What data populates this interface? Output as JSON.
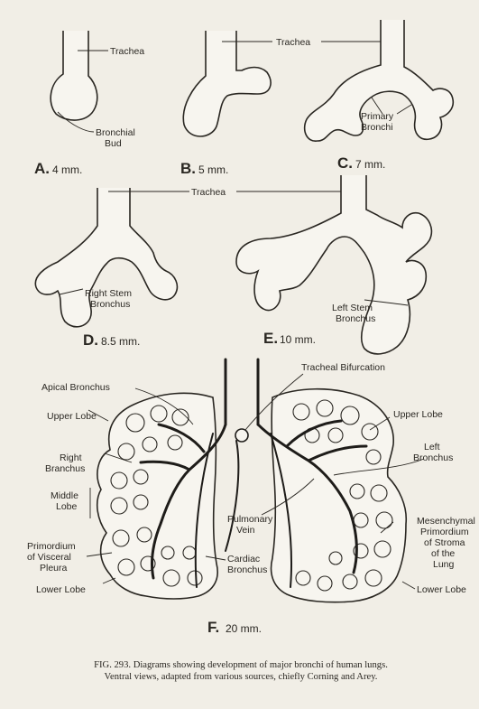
{
  "panels": {
    "a": {
      "letter": "A.",
      "size": "4 mm.",
      "trachea": "Trachea",
      "bud_1": "Bronchial",
      "bud_2": "Bud"
    },
    "b": {
      "letter": "B.",
      "size": "5 mm.",
      "trachea": "Trachea"
    },
    "c": {
      "letter": "C.",
      "size": "7 mm.",
      "primary_1": "Primary",
      "primary_2": "Bronchi"
    },
    "d": {
      "letter": "D.",
      "size": "8.5 mm.",
      "trachea": "Trachea",
      "stem_1": "Right Stem",
      "stem_2": "Bronchus"
    },
    "e": {
      "letter": "E.",
      "size": "10 mm.",
      "stem_1": "Left Stem",
      "stem_2": "Bronchus"
    },
    "f": {
      "letter": "F.",
      "size": "20 mm.",
      "labels": {
        "apical": "Apical Bronchus",
        "tracheal_bif": "Tracheal Bifurcation",
        "upper_left_side": "Upper Lobe",
        "upper_right_side": "Upper Lobe",
        "right_1": "Right",
        "right_2": "Branchus",
        "left_1": "Left",
        "left_2": "Bronchus",
        "middle_1": "Middle",
        "middle_2": "Lobe",
        "pulm_1": "Pulmonary",
        "pulm_2": "Vein",
        "mes_1": "Mesenchymal",
        "mes_2": "Primordium",
        "mes_3": "of Stroma",
        "mes_4": "of the",
        "mes_5": "Lung",
        "prim_1": "Primordium",
        "prim_2": "of Visceral",
        "prim_3": "Pleura",
        "card_1": "Cardiac",
        "card_2": "Bronchus",
        "lower_left_side": "Lower Lobe",
        "lower_right_side": "Lower Lobe"
      }
    }
  },
  "caption": {
    "line1": "FIG. 293. Diagrams showing development of major bronchi of human lungs.",
    "line2": "Ventral views, adapted from various sources, chiefly Corning and Arey."
  }
}
